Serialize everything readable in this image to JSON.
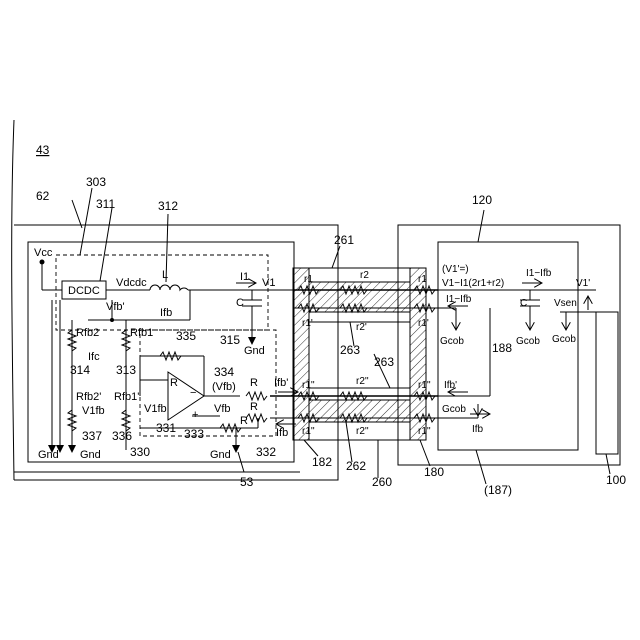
{
  "figure": {
    "fig_ref": "43",
    "refs": {
      "r62": "62",
      "r303": "303",
      "r311": "311",
      "r312": "312",
      "r120": "120",
      "r261": "261",
      "r335": "335",
      "r314": "314",
      "r313": "313",
      "r315": "315",
      "r263a": "263",
      "r263b": "263",
      "r334": "334",
      "r188": "188",
      "r331": "331",
      "r333": "333",
      "r337": "337",
      "r336": "336",
      "r330": "330",
      "r332": "332",
      "r53": "53",
      "r182": "182",
      "r262": "262",
      "r260": "260",
      "r180": "180",
      "r187": "(187)",
      "r100": "100"
    },
    "labels": {
      "vcc": "Vcc",
      "dcdc": "DCDC",
      "l": "L",
      "vdcdc": "Vdcdc",
      "i1": "I1",
      "v1": "V1",
      "ifb": "Ifb",
      "vfb_prime": "Vfb'",
      "c": "C",
      "rfb2": "Rfb2",
      "rfb1": "Rfb1",
      "ifc": "Ifc",
      "r_fb": "R",
      "r_a": "R",
      "r_b": "R",
      "r_c": "R",
      "vfb_paren": "(Vfb)",
      "ifb_prime": "Ifb'",
      "v1fb": "V1fb",
      "minus": "−",
      "plus": "+",
      "vfb": "Vfb",
      "rfb2p": "Rfb2'",
      "v1fb2": "V1fb",
      "rfb1p": "Rfb1'",
      "gnd1": "Gnd",
      "gnd2": "Gnd",
      "gnd3": "Gnd",
      "gnd4": "Gnd",
      "ifb_bottom": "Ifb",
      "r1_l": "r1",
      "r2_top": "r2",
      "r1_r": "r1",
      "r1p_l": "r1'",
      "r2p": "r2'",
      "r1p_r": "r1'",
      "r1pp_l": "r1''",
      "r2pp_mid": "r2''",
      "r1pp_r": "r1''",
      "r1pp_l2": "r1''",
      "r2pp_bot": "r2''",
      "r1pp_r2": "r1''",
      "v1eq": "(V1'=)",
      "v1_formula": "V1−I1(2r1+r2)",
      "i1_ifb_left": "I1−Ifb",
      "gcob1": "Gcob",
      "ifb_r": "Ifb'",
      "gcob2": "Gcob",
      "ifb_r2": "Ifb",
      "i1_ifb_right": "I1−Ifb",
      "v1p": "V1'",
      "c_r": "C",
      "gcob3": "Gcob",
      "vsen": "Vsen",
      "gcob4": "Gcob"
    }
  }
}
